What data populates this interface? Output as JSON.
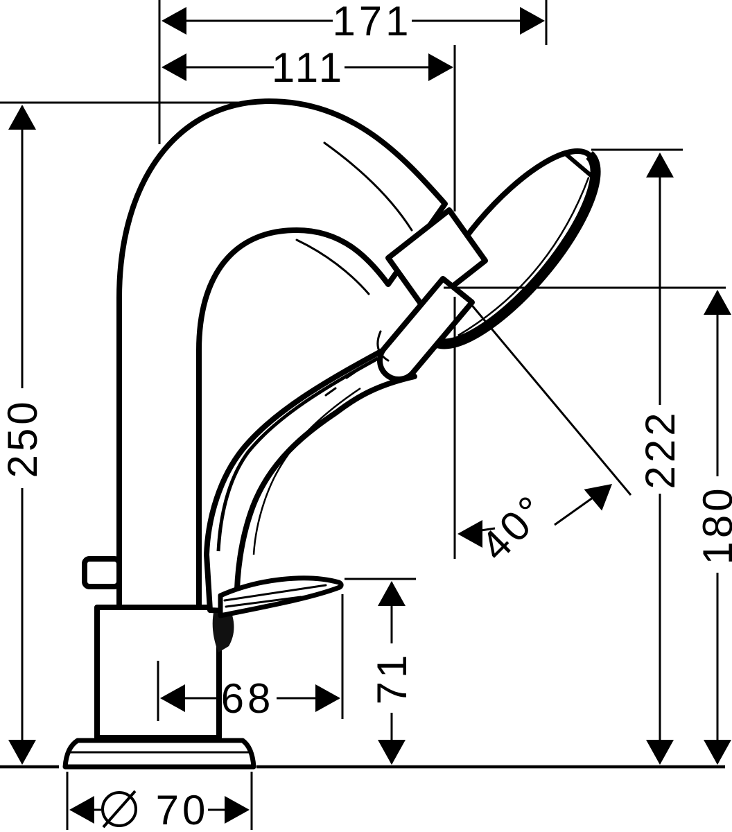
{
  "drawing": {
    "subject": "deck-mounted bath mixer with swan-neck spout, hand shower on holder, lever handle and round base flange",
    "style": "black line technical dimension drawing on white",
    "line_color": "#000000",
    "dimensions": {
      "overall_width": "171",
      "spout_reach": "111",
      "spout_height": "250",
      "handshower_top_height": "222",
      "handshower_outlet_height": "180",
      "handshower_angle": "40°",
      "lever_top_height": "71",
      "lever_reach": "68",
      "base_diameter_symbol": "⌀",
      "base_diameter": "70"
    }
  }
}
